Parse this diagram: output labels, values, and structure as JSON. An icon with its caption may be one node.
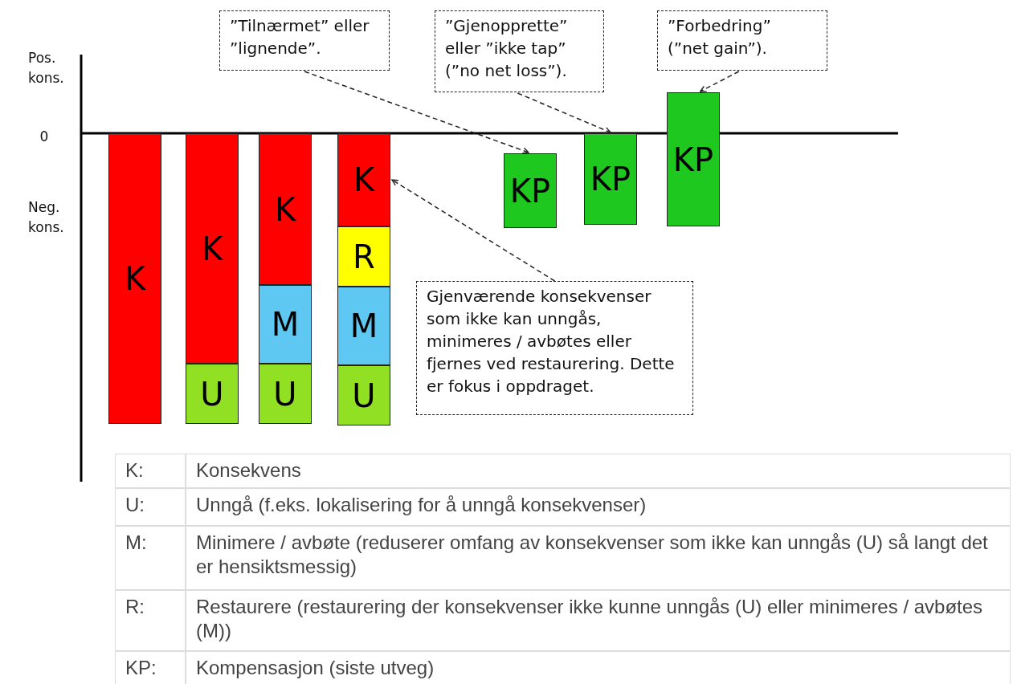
{
  "diagram": {
    "nodes": [
      {
        "text": [
          "K"
        ]
      },
      {
        "text": [
          "K"
        ]
      },
      {
        "text": [
          "U"
        ]
      },
      {
        "text": [
          "K"
        ]
      },
      {
        "text": [
          "M"
        ]
      },
      {
        "text": [
          "U"
        ]
      },
      {
        "text": [
          "K"
        ]
      },
      {
        "text": [
          "R"
        ]
      },
      {
        "text": [
          "M"
        ]
      },
      {
        "text": [
          "U"
        ]
      },
      {
        "text": [
          "KP"
        ]
      },
      {
        "text": [
          "KP"
        ]
      },
      {
        "text": [
          "KP"
        ]
      },
      {
        "text": [
          "”Tilnærmet” eller ”lignende”."
        ]
      },
      {
        "text": [
          "”Gjenopprette” eller ”ikke tap” (”no net loss”)."
        ]
      },
      {
        "text": [
          "”Forbedring” (”net gain”)."
        ]
      },
      {
        "text": [
          "Gjenværende konsekvenser som ikke kan unngås, minimeres / avbøtes eller fjernes ved restaurering. Dette er fokus i oppdraget."
        ]
      }
    ],
    "edges": [
      {
        "from": 13,
        "to": 10,
        "arrow": "to",
        "style": "dashed"
      },
      {
        "from": 14,
        "to": 11,
        "arrow": "to",
        "style": "dashed"
      },
      {
        "from": 15,
        "to": 12,
        "arrow": "to",
        "style": "dashed"
      },
      {
        "from": 16,
        "to": 6,
        "arrow": "to",
        "style": "dashed"
      }
    ],
    "labels": [
      "Pos. kons.",
      "0",
      "Neg. kons.",
      "K:",
      "Konsekvens",
      "U:",
      "Unngå (f.eks. lokalisering for å unngå konsekvenser)",
      "M:",
      "Minimere / avbøte (reduserer omfang av konsekvenser som ikke kan unngås (U) så langt det er hensiktsmessig)",
      "R:",
      "Restaurere (restaurering der konsekvenser ikke kunne unngås (U) eller minimeres / avbøtes (M))",
      "KP:",
      "Kompensasjon (siste utveg)"
    ]
  }
}
